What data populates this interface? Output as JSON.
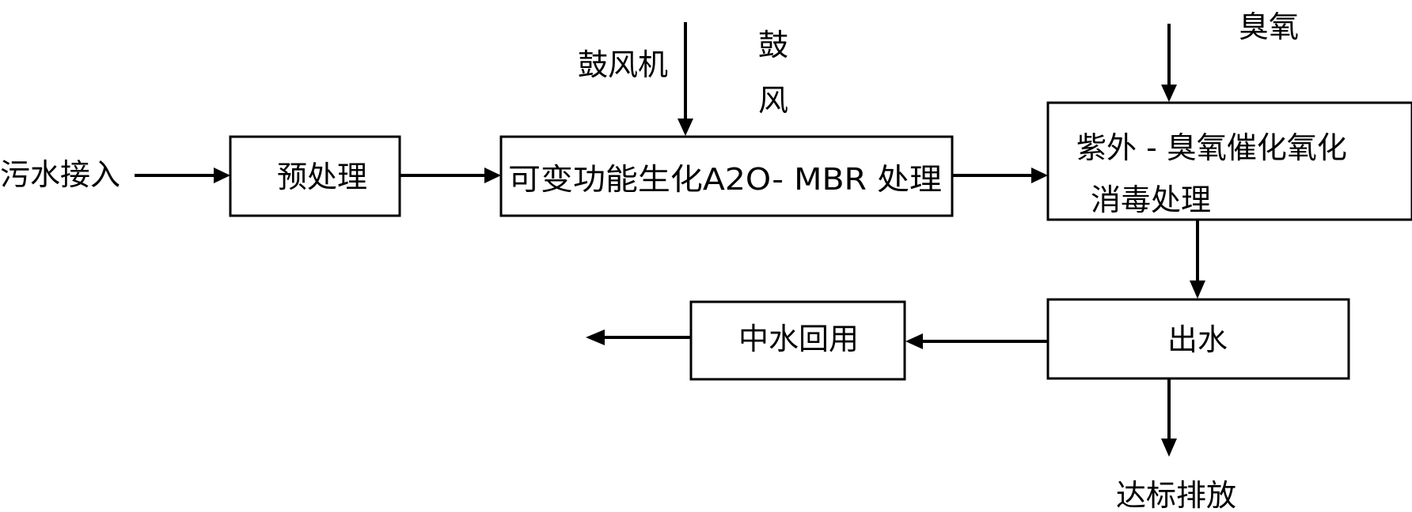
{
  "nodes": {
    "input": "污水接入",
    "pretreatment": "预处理",
    "a2o_mbr": "可变功能生化A2O- MBR 处理",
    "uv_ozone_line1": "紫外 - 臭氧催化氧化",
    "uv_ozone_line2": "消毒处理",
    "effluent": "出水",
    "reuse": "中水回用",
    "discharge": "达标排放"
  },
  "inputs": {
    "blower": "鼓风机",
    "aeration_line1": "鼓",
    "aeration_line2": "风",
    "ozone": "臭氧"
  },
  "edges": [
    {
      "from": "污水接入",
      "to": "预处理"
    },
    {
      "from": "预处理",
      "to": "可变功能生化A2O- MBR 处理"
    },
    {
      "from": "鼓风机",
      "to": "可变功能生化A2O- MBR 处理"
    },
    {
      "from": "可变功能生化A2O- MBR 处理",
      "to": "紫外 - 臭氧催化氧化 消毒处理"
    },
    {
      "from": "臭氧",
      "to": "紫外 - 臭氧催化氧化 消毒处理"
    },
    {
      "from": "紫外 - 臭氧催化氧化 消毒处理",
      "to": "出水"
    },
    {
      "from": "出水",
      "to": "中水回用"
    },
    {
      "from": "中水回用",
      "to": ""
    },
    {
      "from": "出水",
      "to": "达标排放"
    }
  ]
}
